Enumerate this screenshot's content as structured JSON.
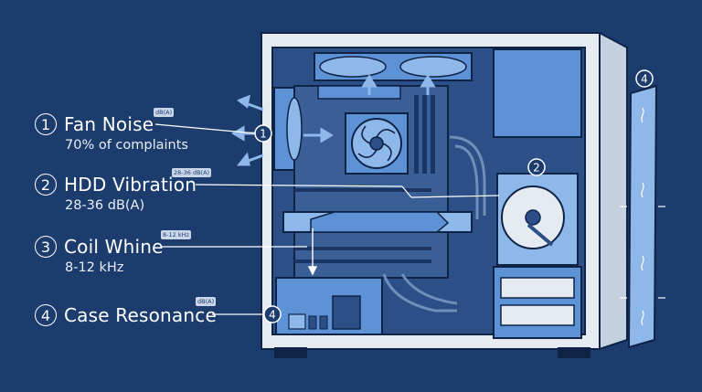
{
  "sources": [
    {
      "number": "1",
      "title": "Fan Noise",
      "subtitle": "70% of complaints",
      "tag": "dB(A)"
    },
    {
      "number": "2",
      "title": "HDD Vibration",
      "subtitle": "28-36 dB(A)",
      "tag": "28-36 dB(A)"
    },
    {
      "number": "3",
      "title": "Coil Whine",
      "subtitle": "8-12 kHz",
      "tag": "8-12 kHz"
    },
    {
      "number": "4",
      "title": "Case Resonance",
      "subtitle": "",
      "tag": "dB(A)"
    }
  ],
  "markers": {
    "fan": "1",
    "hdd": "2",
    "psu": "4",
    "panel": "4"
  },
  "colors": {
    "background": "#1d3c6e",
    "case_frame": "#e6ebf2",
    "case_interior": "#2b4f86",
    "component_blue": "#5d92d6",
    "light_blue": "#8fb8ea",
    "line": "#ffffff"
  }
}
